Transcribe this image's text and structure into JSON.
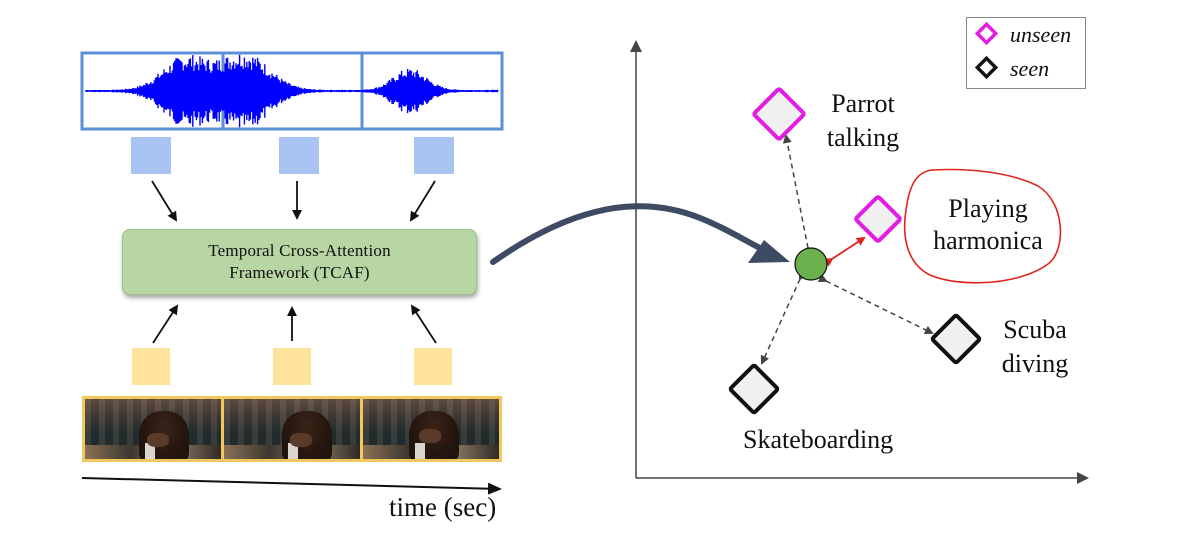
{
  "diagram": {
    "tcaf": {
      "line1": "Temporal Cross-Attention",
      "line2": "Framework (TCAF)"
    },
    "time_axis_label": "time (sec)",
    "legend": {
      "unseen": "unseen",
      "seen": "seen",
      "unseen_color": "#e31ce3",
      "seen_color": "#111111"
    },
    "classes": {
      "parrot": [
        "Parrot",
        "talking"
      ],
      "harmonica": [
        "Playing",
        "harmonica"
      ],
      "scuba": [
        "Scuba",
        "diving"
      ],
      "skate": "Skateboarding"
    },
    "colors": {
      "audio_token": "#a9c4f2",
      "audio_border": "#5b8fd9",
      "waveform": "#0000ff",
      "video_token": "#fde39c",
      "video_border": "#f1c85e",
      "tcaf_fill": "#b7d6a4",
      "embedding_node": "#6ab04c",
      "highlight": "#e0241b",
      "big_arrow": "#3d4b63"
    }
  }
}
